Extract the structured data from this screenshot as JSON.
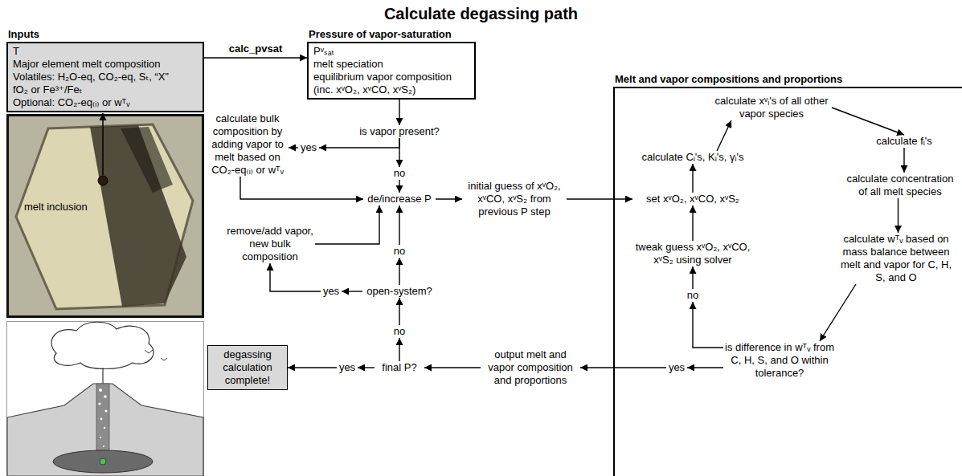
{
  "diagram": {
    "title": "Calculate degassing path",
    "nodes": [
      {
        "text": [
          "Inputs",
          "T",
          "Major element melt composition",
          "Volatiles: H₂O-eq, CO₂-eq, Sₜ, “X”",
          "fO₂ or Fe³⁺/Feₜ",
          "Optional: CO₂-eq₍ᵢ₎ or wᵀᵥ"
        ]
      },
      {
        "text": [
          "Pressure of vapor-saturation",
          "Pᵛₛₐₜ",
          "melt speciation",
          "equilibrium vapor composition (inc. xᵛO₂, xᵛCO, xᵛS₂)"
        ]
      },
      {
        "text": [
          "is vapor present?"
        ]
      },
      {
        "text": [
          "yes"
        ]
      },
      {
        "text": [
          "calculate bulk composition by adding vapor to melt based on CO₂-eq₍ᵢ₎ or wᵀᵥ"
        ]
      },
      {
        "text": [
          "no"
        ]
      },
      {
        "text": [
          "de/increase P"
        ]
      },
      {
        "text": [
          "initial guess of xᵛO₂, xᵛCO, xᵛS₂ from previous P step"
        ]
      },
      {
        "text": [
          "remove/add vapor, new bulk composition"
        ]
      },
      {
        "text": [
          "no"
        ]
      },
      {
        "text": [
          "yes"
        ]
      },
      {
        "text": [
          "open-system?"
        ]
      },
      {
        "text": [
          "no"
        ]
      },
      {
        "text": [
          "degassing calculation complete!"
        ]
      },
      {
        "text": [
          "yes"
        ]
      },
      {
        "text": [
          "final P?"
        ]
      },
      {
        "text": [
          "output melt and vapor composition and proportions"
        ]
      },
      {
        "text": [
          "Melt and vapor compositions and proportions"
        ]
      },
      {
        "text": [
          "calculate xᵛᵢ's of all other vapor species"
        ],
        "in": 17
      },
      {
        "text": [
          "calculate Cᵢ's, Kᵢ's, γᵢ's"
        ],
        "in": 17
      },
      {
        "text": [
          "calculate fᵢ's"
        ],
        "in": 17
      },
      {
        "text": [
          "set xᵛO₂, xᵛCO, xᵛS₂"
        ],
        "in": 17
      },
      {
        "text": [
          "calculate concentration of all melt species"
        ],
        "in": 17
      },
      {
        "text": [
          "tweak guess xᵛO₂, xᵛCO, xᵛS₂ using solver"
        ],
        "in": 17
      },
      {
        "text": [
          "calculate wᵀᵥ based on mass balance between melt and vapor for C, H, S, and O"
        ],
        "in": 17
      },
      {
        "text": [
          "no"
        ],
        "in": 17
      },
      {
        "text": [
          "yes"
        ],
        "in": 17
      },
      {
        "text": [
          "is difference in wᵀᵥ from C, H, S, and O within tolerance?"
        ],
        "in": 17
      }
    ],
    "edges": [
      {
        "from": 0,
        "to": 1,
        "label": "calc_pvsat",
        "arrow": "to"
      },
      {
        "from": 1,
        "to": 2,
        "arrow": "to"
      },
      {
        "from": 2,
        "to": 3,
        "arrow": "to"
      },
      {
        "from": 3,
        "to": 4,
        "arrow": "to"
      },
      {
        "from": 2,
        "to": 5,
        "arrow": "to"
      },
      {
        "from": 5,
        "to": 6,
        "arrow": "to"
      },
      {
        "from": 4,
        "to": 6,
        "arrow": "to"
      },
      {
        "from": 6,
        "to": 7,
        "arrow": "to"
      },
      {
        "from": 7,
        "to": 21,
        "arrow": "to"
      },
      {
        "from": 21,
        "to": 19,
        "arrow": "to"
      },
      {
        "from": 19,
        "to": 18,
        "arrow": "to"
      },
      {
        "from": 18,
        "to": 20,
        "arrow": "to"
      },
      {
        "from": 20,
        "to": 22,
        "arrow": "to"
      },
      {
        "from": 22,
        "to": 24,
        "arrow": "to"
      },
      {
        "from": 24,
        "to": 27,
        "arrow": "to"
      },
      {
        "from": 27,
        "to": 25,
        "arrow": "to"
      },
      {
        "from": 25,
        "to": 23,
        "arrow": "to"
      },
      {
        "from": 23,
        "to": 21,
        "arrow": "to"
      },
      {
        "from": 27,
        "to": 26,
        "arrow": "to"
      },
      {
        "from": 26,
        "to": 16,
        "arrow": "to"
      },
      {
        "from": 16,
        "to": 15,
        "arrow": "to"
      },
      {
        "from": 15,
        "to": 14,
        "arrow": "to"
      },
      {
        "from": 14,
        "to": 13,
        "arrow": "to"
      },
      {
        "from": 15,
        "to": 12,
        "arrow": "to"
      },
      {
        "from": 12,
        "to": 11,
        "arrow": "to"
      },
      {
        "from": 11,
        "to": 10,
        "arrow": "to"
      },
      {
        "from": 10,
        "to": 8,
        "arrow": "to"
      },
      {
        "from": 8,
        "to": 6,
        "arrow": "to"
      },
      {
        "from": 11,
        "to": 9,
        "arrow": "to"
      },
      {
        "from": 9,
        "to": 6,
        "arrow": "to"
      }
    ],
    "labels": [
      "melt inclusion"
    ]
  }
}
